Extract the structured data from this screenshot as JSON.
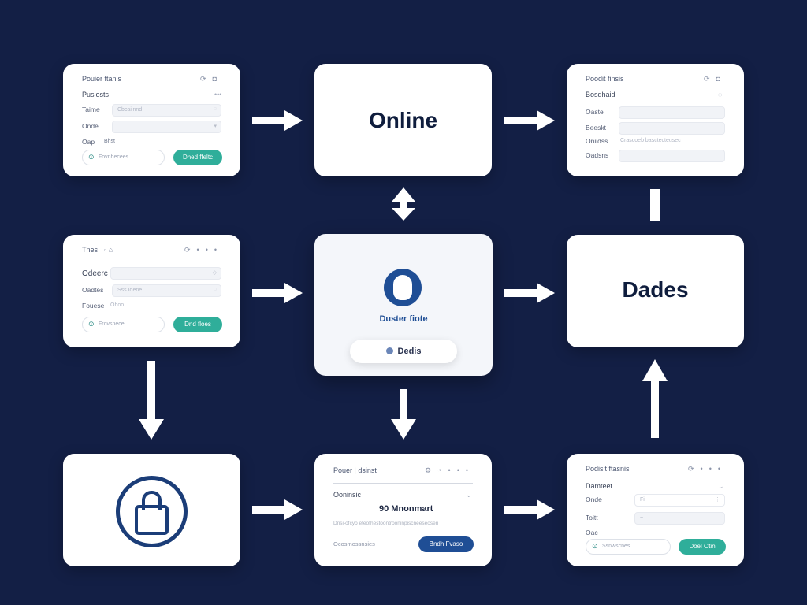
{
  "card_tl": {
    "header": "Pouier ftanis",
    "title": "Pusiosts",
    "rows": [
      {
        "label": "Taime",
        "value": "Cbcaiinnd"
      },
      {
        "label": "Onde",
        "value": ""
      }
    ],
    "plain_row": {
      "label": "Oap",
      "value": "Bhst"
    },
    "input": "Fovnhecees",
    "button": "Dhed ffeltc"
  },
  "card_tc": {
    "label": "Online"
  },
  "card_tr": {
    "header": "Poodit finsis",
    "title": "Bosdhaid",
    "rows": [
      {
        "label": "Oaste",
        "value": ""
      },
      {
        "label": "Beeskt",
        "value": ""
      },
      {
        "label": "Oniidss",
        "value": "Crascoeb basctecteusec"
      },
      {
        "label": "Oadsns",
        "value": ""
      }
    ]
  },
  "card_ml": {
    "header": "Tnes",
    "title": "Odeerc",
    "rows": [
      {
        "label": "Oadtes",
        "value": "Sss Idene"
      }
    ],
    "plain_row": {
      "label": "Fouese",
      "value": "Ohoo"
    },
    "input": "Frovsnece",
    "button": "Dnd floes"
  },
  "card_center": {
    "title": "Duster fiote",
    "pill": "Dedis"
  },
  "card_mr": {
    "label": "Dades"
  },
  "card_bl": {
    "icon": "lock-icon"
  },
  "card_bc": {
    "header": "Pouer | dsinst",
    "title": "Ooninsic",
    "headline": "90  Mnonmart",
    "subtext": "Dnsi-ofcyo eteofhestoontrooninpiscneeseosen",
    "footer_text": "Ocosmossnsies",
    "button": "Bndh Fvaso"
  },
  "card_br": {
    "header": "Podisit ftasnis",
    "title": "Damteet",
    "rows": [
      {
        "label": "Onde",
        "value": "Fil"
      },
      {
        "label": "Toitt",
        "value": "~"
      }
    ],
    "plain_row": {
      "label": "Oac",
      "value": ""
    },
    "input": "Ssnwscnes",
    "button": "Doel Otin"
  },
  "colors": {
    "background": "#131f45",
    "teal": "#2fae9a",
    "navy": "#1f4e95"
  }
}
